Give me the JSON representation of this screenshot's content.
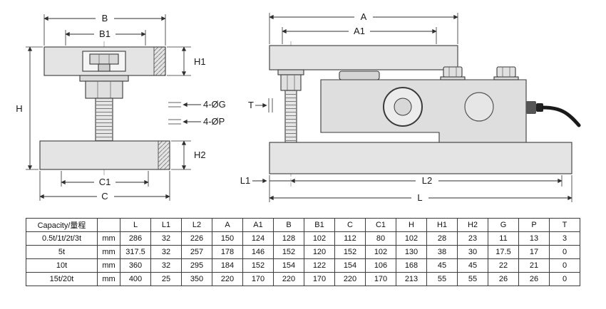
{
  "drawing": {
    "front_view": {
      "dim_B": "B",
      "dim_B1": "B1",
      "dim_H": "H",
      "dim_H1": "H1",
      "dim_holes_G": "4-ØG",
      "dim_holes_P": "4-ØP",
      "dim_H2": "H2",
      "dim_C1": "C1",
      "dim_C": "C"
    },
    "side_view": {
      "dim_A": "A",
      "dim_A1": "A1",
      "dim_T": "T",
      "dim_L1": "L1",
      "dim_L2": "L2",
      "dim_L": "L"
    }
  },
  "table": {
    "header": [
      "Capacity/量程",
      "",
      "L",
      "L1",
      "L2",
      "A",
      "A1",
      "B",
      "B1",
      "C",
      "C1",
      "H",
      "H1",
      "H2",
      "G",
      "P",
      "T"
    ],
    "rows": [
      [
        "0.5t/1t/2t/3t",
        "mm",
        "286",
        "32",
        "226",
        "150",
        "124",
        "128",
        "102",
        "112",
        "80",
        "102",
        "28",
        "23",
        "11",
        "13",
        "3"
      ],
      [
        "5t",
        "mm",
        "317.5",
        "32",
        "257",
        "178",
        "146",
        "152",
        "120",
        "152",
        "102",
        "130",
        "38",
        "30",
        "17.5",
        "17",
        "0"
      ],
      [
        "10t",
        "mm",
        "360",
        "32",
        "295",
        "184",
        "152",
        "154",
        "122",
        "154",
        "106",
        "168",
        "45",
        "45",
        "22",
        "21",
        "0"
      ],
      [
        "15t/20t",
        "mm",
        "400",
        "25",
        "350",
        "220",
        "170",
        "220",
        "170",
        "220",
        "170",
        "213",
        "55",
        "55",
        "26",
        "26",
        "0"
      ]
    ]
  }
}
